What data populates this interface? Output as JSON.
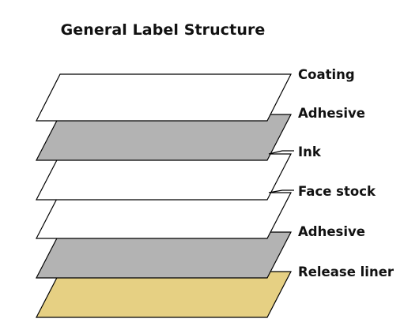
{
  "title": "General Label Structure",
  "layers": [
    {
      "label": "Coating",
      "color": "#ffffff"
    },
    {
      "label": "Adhesive",
      "color": "#b3b3b3"
    },
    {
      "label": "Ink",
      "color": "#ffffff"
    },
    {
      "label": "Face stock",
      "color": "#ffffff"
    },
    {
      "label": "Adhesive",
      "color": "#b3b3b3"
    },
    {
      "label": "Release liner",
      "color": "#e6d083"
    }
  ],
  "colors": {
    "outline": "#000000",
    "text": "#111111"
  }
}
